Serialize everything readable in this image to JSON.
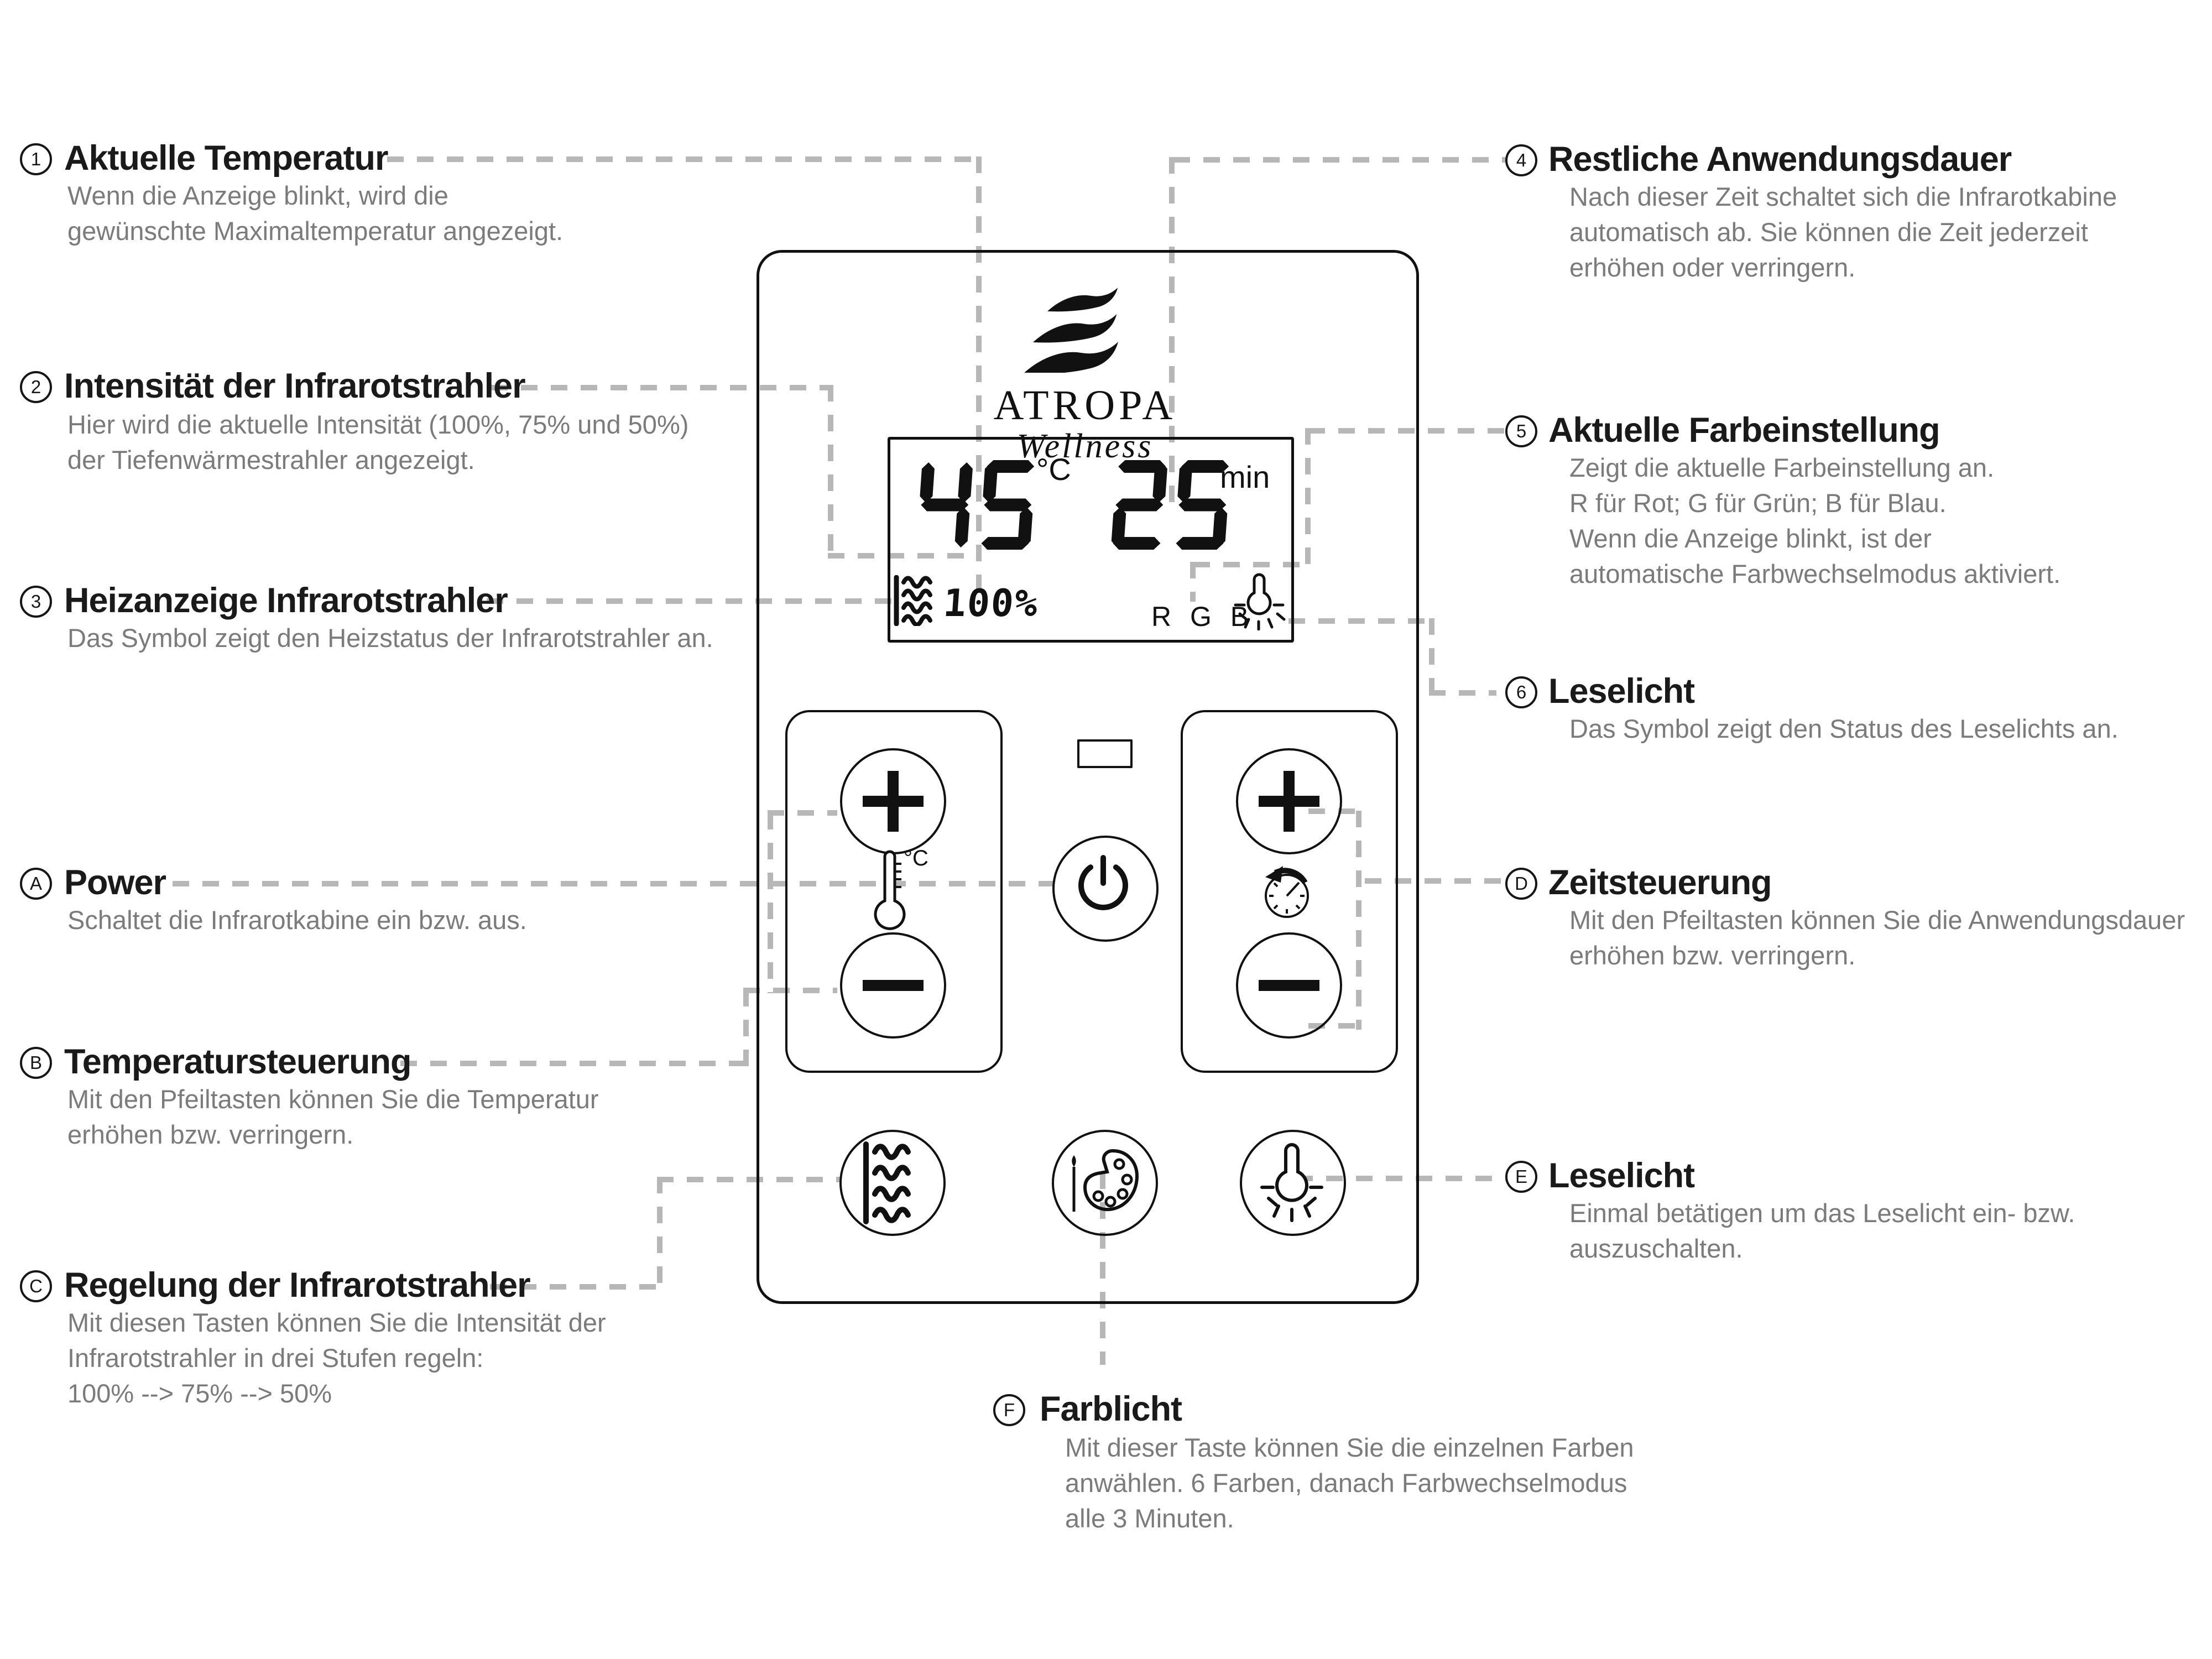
{
  "device": {
    "brand": "ATROPA",
    "brand_sub": "Wellness",
    "display": {
      "temperature": "45",
      "temperature_unit": "°C",
      "time": "25",
      "time_unit": "min",
      "intensity": "100%",
      "rgb": "R G B"
    },
    "controls": {
      "temp_plus_label": "+",
      "temp_minus_label": "−",
      "time_plus_label": "+",
      "time_minus_label": "−",
      "temp_icon_unit": "°C"
    },
    "icons": {
      "logo": "waves-logo",
      "heater_status": "heat-waves-icon",
      "light_status": "lamp-icon",
      "temperature": "thermometer-icon",
      "timer": "clock-reset-icon",
      "power": "power-icon",
      "intensity_button": "heat-waves-icon",
      "color_button": "palette-icon",
      "reading_light_button": "lamp-icon"
    }
  },
  "annotations": {
    "n1": {
      "badge": "1",
      "title": "Aktuelle Temperatur",
      "body": [
        "Wenn die Anzeige blinkt, wird die",
        "gewünschte Maximaltemperatur angezeigt."
      ]
    },
    "n2": {
      "badge": "2",
      "title": "Intensität der Infrarotstrahler",
      "body": [
        "Hier wird die aktuelle Intensität (100%, 75% und 50%)",
        "der Tiefenwärmestrahler angezeigt."
      ]
    },
    "n3": {
      "badge": "3",
      "title": "Heizanzeige Infrarotstrahler",
      "body": [
        "Das Symbol zeigt den Heizstatus der Infrarotstrahler an."
      ]
    },
    "n4": {
      "badge": "4",
      "title": "Restliche Anwendungsdauer",
      "body": [
        "Nach dieser Zeit schaltet sich die Infrarotkabine",
        "automatisch ab. Sie können die Zeit jederzeit",
        "erhöhen oder verringern."
      ]
    },
    "n5": {
      "badge": "5",
      "title": "Aktuelle Farbeinstellung",
      "body": [
        "Zeigt die aktuelle Farbeinstellung an.",
        "R für Rot; G für Grün; B für Blau.",
        "Wenn die Anzeige blinkt, ist der",
        "automatische Farbwechselmodus aktiviert."
      ]
    },
    "n6": {
      "badge": "6",
      "title": "Leselicht",
      "body": [
        "Das Symbol zeigt den Status des Leselichts an."
      ]
    },
    "A": {
      "badge": "A",
      "title": "Power",
      "body": [
        "Schaltet die Infrarotkabine ein bzw. aus."
      ]
    },
    "B": {
      "badge": "B",
      "title": "Temperatursteuerung",
      "body": [
        "Mit den Pfeiltasten können Sie die Temperatur",
        "erhöhen bzw. verringern."
      ]
    },
    "C": {
      "badge": "C",
      "title": "Regelung der Infrarotstrahler",
      "body": [
        "Mit diesen Tasten können Sie die Intensität der",
        "Infrarotstrahler in drei Stufen regeln:",
        "100% --> 75% --> 50%"
      ]
    },
    "D": {
      "badge": "D",
      "title": "Zeitsteuerung",
      "body": [
        "Mit den Pfeiltasten können Sie die Anwendungsdauer",
        "erhöhen bzw. verringern."
      ]
    },
    "E": {
      "badge": "E",
      "title": "Leselicht",
      "body": [
        "Einmal betätigen um das Leselicht ein- bzw.",
        "auszuschalten."
      ]
    },
    "F": {
      "badge": "F",
      "title": "Farblicht",
      "body": [
        "Mit dieser Taste können Sie die einzelnen Farben",
        "anwählen. 6 Farben, danach Farbwechselmodus",
        "alle 3 Minuten."
      ]
    }
  },
  "colors": {
    "ink": "#111111",
    "body_text": "#7b7b7b",
    "dash": "#b7b7b7",
    "background": "#ffffff"
  }
}
